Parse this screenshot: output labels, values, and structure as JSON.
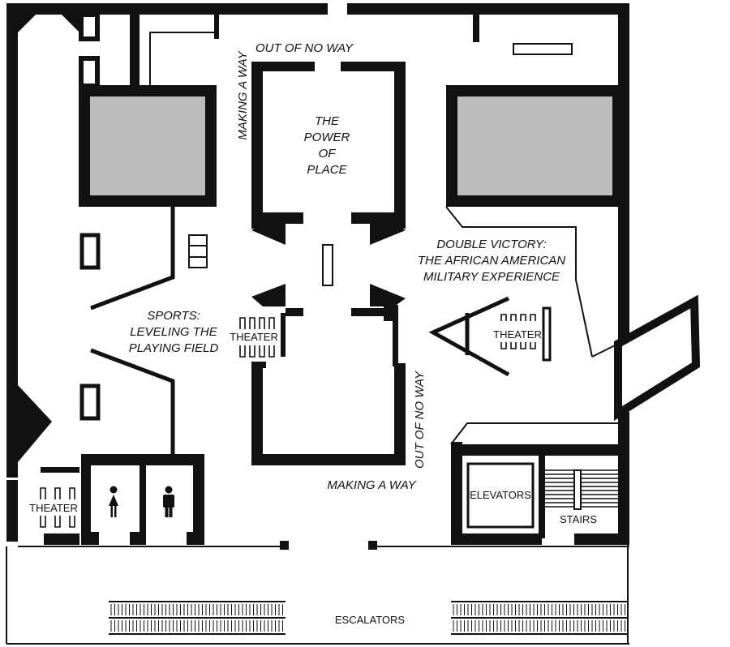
{
  "colors": {
    "wall": "#111111",
    "case": "#bcbcbd",
    "background": "#ffffff"
  },
  "galleries": {
    "power_of_place": [
      "THE",
      "POWER",
      "OF",
      "PLACE"
    ],
    "making_a_way_top": "OUT OF NO WAY",
    "making_a_way_left": "MAKING A WAY",
    "out_of_no_way_right": "OUT OF NO WAY",
    "making_a_way_bottom": "MAKING A WAY",
    "double_victory": [
      "DOUBLE VICTORY:",
      "THE AFRICAN AMERICAN",
      "MILITARY EXPERIENCE"
    ],
    "sports": [
      "SPORTS:",
      "LEVELING THE",
      "PLAYING FIELD"
    ]
  },
  "rooms": {
    "theater_center": "THEATER",
    "theater_right": "THEATER",
    "theater_bottom_left": "THEATER",
    "elevators": "ELEVATORS",
    "stairs": "STAIRS",
    "escalators": "ESCALATORS"
  },
  "icons": {
    "womens_restroom": "woman-icon",
    "mens_restroom": "man-icon"
  }
}
